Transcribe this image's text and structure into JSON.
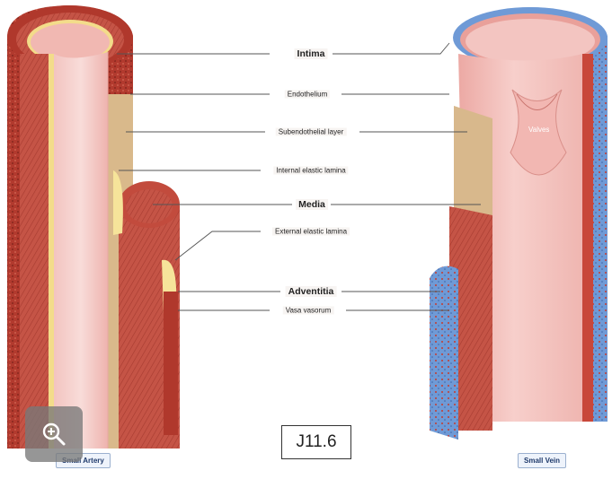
{
  "labels": {
    "intima": "Intima",
    "endothelium": "Endothelium",
    "subendothelial": "Subendothelial layer",
    "internal_elastic": "Internal elastic lamina",
    "media": "Media",
    "external_elastic": "External elastic lamina",
    "adventitia": "Adventitia",
    "vasa_vasorum": "Vasa vasorum",
    "valves": "Valves"
  },
  "tags": {
    "artery": "Small Artery",
    "vein": "Small Vein"
  },
  "figure_code": "J11.6",
  "icons": {
    "zoom": "zoom-in-icon"
  },
  "colors": {
    "adventitia_red": "#b8352b",
    "media_red": "#c9503f",
    "intima_pink": "#f0b4b0",
    "lumen_pink": "#f6cdca",
    "elastic_yellow": "#f3dc8a",
    "vein_blue": "#6f9ad6"
  }
}
